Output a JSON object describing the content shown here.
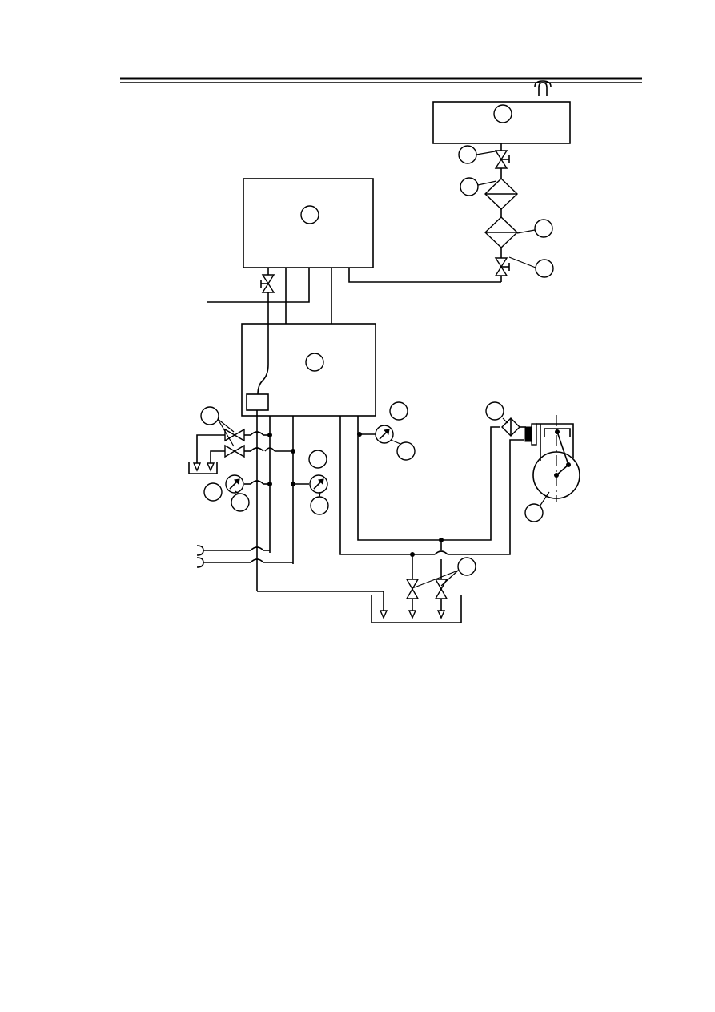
{
  "diagram": {
    "title": "",
    "labels": [],
    "callouts": [
      {
        "id": "c1"
      },
      {
        "id": "c2"
      },
      {
        "id": "c3"
      },
      {
        "id": "c4"
      },
      {
        "id": "c5"
      },
      {
        "id": "c6"
      },
      {
        "id": "c7"
      },
      {
        "id": "c8"
      },
      {
        "id": "c9"
      },
      {
        "id": "c10"
      },
      {
        "id": "c11"
      },
      {
        "id": "c12"
      },
      {
        "id": "c13"
      },
      {
        "id": "c14"
      },
      {
        "id": "c15"
      },
      {
        "id": "c16"
      },
      {
        "id": "c17"
      },
      {
        "id": "c18"
      },
      {
        "id": "c19"
      }
    ]
  },
  "colors": {
    "line": "#000000",
    "background": "#ffffff"
  },
  "icons": [
    "valve-icon",
    "filter-icon",
    "pressure-gauge-icon",
    "drain-icon",
    "pump-icon",
    "vent-icon"
  ]
}
